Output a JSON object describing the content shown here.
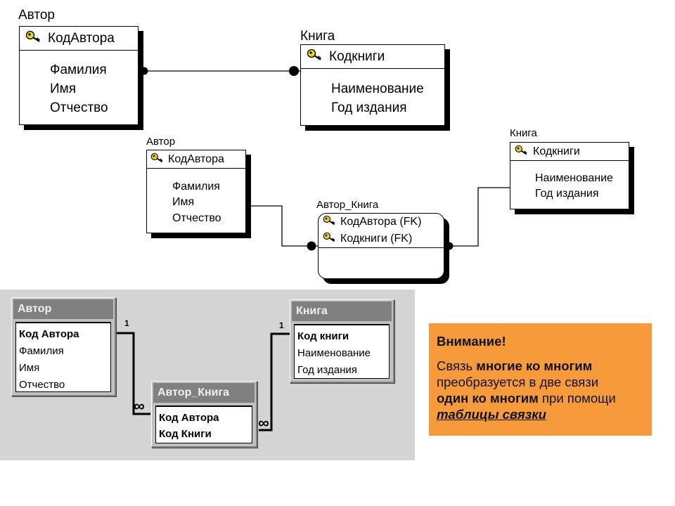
{
  "diagram_top": {
    "author": {
      "title": "Автор",
      "key": "КодАвтора",
      "fields": [
        "Фамилия",
        "Имя",
        "Отчество"
      ]
    },
    "book": {
      "title": "Книга",
      "key": "Кодкниги",
      "fields": [
        "Наименование",
        "Год издания"
      ]
    }
  },
  "diagram_middle": {
    "author": {
      "title": "Автор",
      "key": "КодАвтора",
      "fields": [
        "Фамилия",
        "Имя",
        "Отчество"
      ]
    },
    "link": {
      "title": "Автор_Книга",
      "keys": [
        "КодАвтора (FK)",
        "Кодкниги (FK)"
      ]
    },
    "book": {
      "title": "Книга",
      "key": "Кодкниги",
      "fields": [
        "Наименование",
        "Год издания"
      ]
    }
  },
  "access_panel": {
    "author": {
      "title": "Автор",
      "fields": [
        "Код Автора",
        "Фамилия",
        "Имя",
        "Отчество"
      ],
      "bold_fields": [
        "Код Автора"
      ]
    },
    "link": {
      "title": "Автор_Книга",
      "fields": [
        "Код Автора",
        "Код Книги"
      ]
    },
    "book": {
      "title": "Книга",
      "fields": [
        "Код книги",
        "Наименование",
        "Год издания"
      ],
      "bold_fields": [
        "Код книги"
      ]
    },
    "rel_one_label": "1",
    "rel_many_label": "∞"
  },
  "note": {
    "heading": "Внимание!",
    "text_1": "Связь ",
    "text_bold_1": "многие ко многим",
    "text_2": " преобразуется в две связи ",
    "text_bold_2": "один ко многим",
    "text_3": " при помощи ",
    "text_link": "таблицы связки",
    "color": "#f79a3c"
  },
  "colors": {
    "panel_bg": "#d4d4d4",
    "table_header": "#808080",
    "key_icon": "#e8d21c"
  }
}
